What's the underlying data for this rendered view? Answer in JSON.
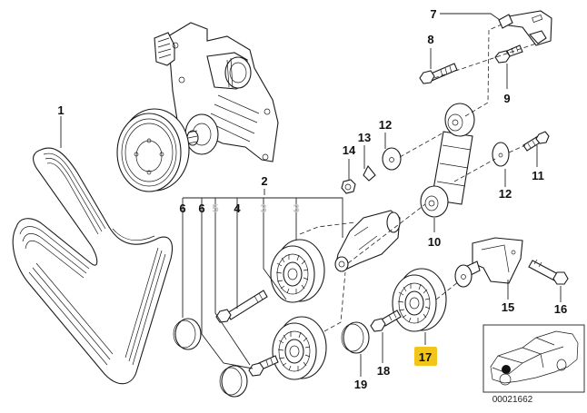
{
  "diagram": {
    "title": "Belt drive – water pump / tensioner exploded parts diagram",
    "highlight_color": "#f2c51b",
    "inactive_label_color": "#c8c8c8",
    "document_id": "00021662",
    "labels": [
      {
        "id": "1",
        "text": "1",
        "part": "ribbed-v-belt",
        "state": "normal"
      },
      {
        "id": "2",
        "text": "2",
        "part": "tensioner-assembly",
        "state": "normal"
      },
      {
        "id": "3a",
        "text": "3",
        "part": "idler-pulley",
        "state": "inactive"
      },
      {
        "id": "3b",
        "text": "3",
        "part": "idler-pulley",
        "state": "inactive"
      },
      {
        "id": "4",
        "text": "4",
        "part": "hex-bolt",
        "state": "normal"
      },
      {
        "id": "5",
        "text": "5",
        "part": "hex-bolt",
        "state": "inactive"
      },
      {
        "id": "6a",
        "text": "6",
        "part": "cover-cap",
        "state": "normal"
      },
      {
        "id": "6b",
        "text": "6",
        "part": "cover-cap",
        "state": "normal"
      },
      {
        "id": "7",
        "text": "7",
        "part": "bracket",
        "state": "normal"
      },
      {
        "id": "8",
        "text": "8",
        "part": "hex-bolt",
        "state": "normal"
      },
      {
        "id": "9",
        "text": "9",
        "part": "hex-bolt",
        "state": "normal"
      },
      {
        "id": "10",
        "text": "10",
        "part": "hydraulic-tensioner",
        "state": "normal"
      },
      {
        "id": "11",
        "text": "11",
        "part": "hex-bolt",
        "state": "normal"
      },
      {
        "id": "12a",
        "text": "12",
        "part": "washer",
        "state": "normal"
      },
      {
        "id": "12b",
        "text": "12",
        "part": "washer",
        "state": "normal"
      },
      {
        "id": "13",
        "text": "13",
        "part": "lock-plate",
        "state": "normal"
      },
      {
        "id": "14",
        "text": "14",
        "part": "hex-nut",
        "state": "normal"
      },
      {
        "id": "15",
        "text": "15",
        "part": "bracket-with-shaft",
        "state": "normal"
      },
      {
        "id": "16",
        "text": "16",
        "part": "hex-bolt",
        "state": "normal"
      },
      {
        "id": "17",
        "text": "17",
        "part": "deflection-pulley",
        "state": "highlighted"
      },
      {
        "id": "18",
        "text": "18",
        "part": "hex-bolt",
        "state": "normal"
      },
      {
        "id": "19",
        "text": "19",
        "part": "cover-cap",
        "state": "normal"
      }
    ],
    "inset": {
      "description": "vehicle location thumbnail",
      "marker": "front-left engine bay"
    }
  }
}
